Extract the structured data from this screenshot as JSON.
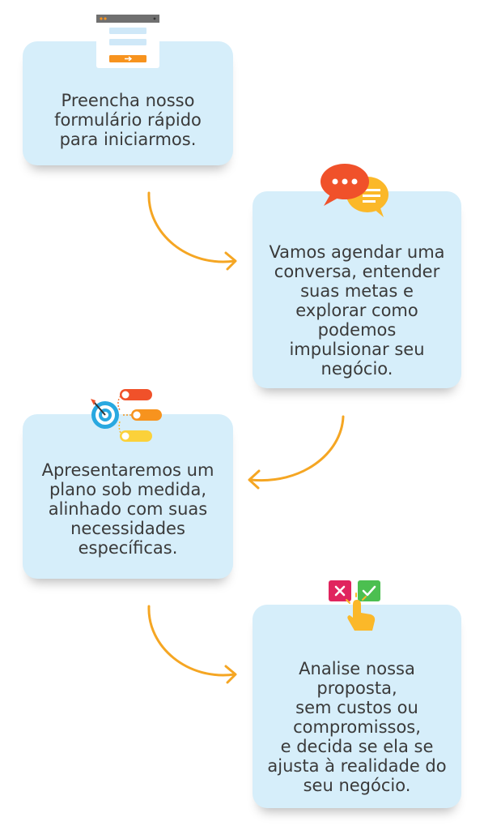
{
  "colors": {
    "card_bg": "#d6eefa",
    "arrow": "#f5a623",
    "text": "#3a3a3a",
    "accent_orange": "#f7931e",
    "chat_red": "#f0512a",
    "chat_yellow": "#fbb829",
    "no_red": "#e0245e",
    "yes_green": "#4cbf50"
  },
  "steps": [
    {
      "text": "Preencha nosso\nformulário rápido\npara iniciarmos.",
      "icon": "form-window-icon"
    },
    {
      "text": "Vamos agendar uma\nconversa, entender\nsuas metas e\nexplorar como\npodemos\nimpulsionar seu\nnegócio.",
      "icon": "chat-bubbles-icon"
    },
    {
      "text": "Apresentaremos um\nplano sob medida,\nalinhado com suas\nnecessidades\nespecíficas.",
      "icon": "target-plan-icon"
    },
    {
      "text": "Analise nossa\nproposta,\nsem custos ou\ncompromissos,\ne decida se ela se\najusta à realidade do\nseu negócio.",
      "icon": "decision-click-icon"
    }
  ],
  "arrows": [
    "arrow-right-down",
    "arrow-left-down",
    "arrow-right-down"
  ]
}
